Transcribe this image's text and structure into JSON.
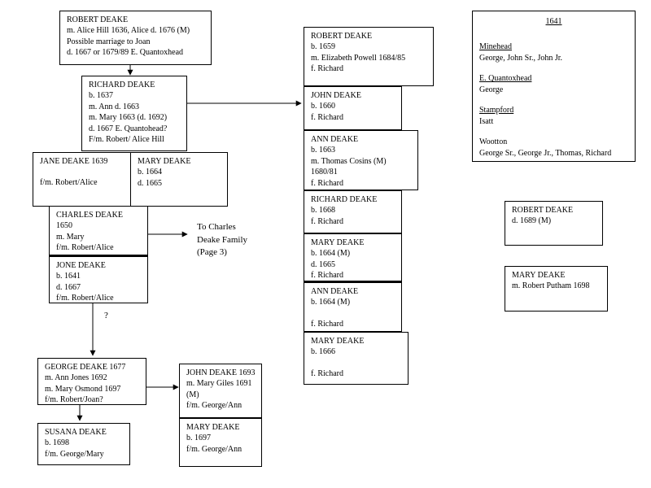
{
  "people": {
    "robert_sr": {
      "name": "ROBERT DEAKE",
      "lines": [
        "m. Alice Hill 1636, Alice d. 1676 (M)",
        "Possible marriage to Joan",
        "d. 1667 or 1679/89 E. Quantoxhead"
      ]
    },
    "richard": {
      "name": "RICHARD DEAKE",
      "lines": [
        " b. 1637",
        "m. Ann d. 1663",
        "m. Mary 1663 (d. 1692)",
        "d. 1667 E. Quantohead?",
        "F/m. Robert/ Alice Hill"
      ]
    },
    "jane": {
      "name": "JANE DEAKE 1639",
      "lines": [
        "f/m. Robert/Alice"
      ]
    },
    "mary_1664_a": {
      "name": "MARY DEAKE",
      "lines": [
        "b. 1664",
        "d. 1665"
      ]
    },
    "charles": {
      "name": "CHARLES DEAKE",
      "lines": [
        "1650",
        "m. Mary",
        "f/m. Robert/Alice"
      ]
    },
    "jone": {
      "name": "JONE DEAKE",
      "lines": [
        "b. 1641",
        "d. 1667",
        "f/m. Robert/Alice"
      ]
    },
    "george": {
      "name": "GEORGE DEAKE 1677",
      "lines": [
        "m. Ann Jones 1692",
        "m. Mary Osmond 1697",
        "f/m. Robert/Joan?"
      ]
    },
    "susana": {
      "name": "SUSANA DEAKE",
      "lines": [
        "b. 1698",
        "f/m. George/Mary"
      ]
    },
    "john_1693": {
      "name": "JOHN DEAKE 1693",
      "lines": [
        "m. Mary  Giles 1691",
        "(M)",
        "f/m. George/Ann"
      ]
    },
    "mary_1697": {
      "name": "MARY DEAKE",
      "lines": [
        "b. 1697",
        "f/m. George/Ann"
      ]
    },
    "robert_1659": {
      "name": "ROBERT DEAKE",
      "lines": [
        "b. 1659",
        "m. Elizabeth Powell 1684/85",
        "f. Richard"
      ]
    },
    "john_1660": {
      "name": "JOHN DEAKE",
      "lines": [
        "b. 1660",
        "f. Richard"
      ]
    },
    "ann_1663": {
      "name": "ANN DEAKE",
      "lines": [
        "b. 1663",
        "m. Thomas Cosins (M)",
        "1680/81",
        "f. Richard"
      ]
    },
    "richard_1668": {
      "name": "RICHARD DEAKE",
      "lines": [
        "b. 1668",
        "f. Richard"
      ]
    },
    "mary_1664_b": {
      "name": "MARY DEAKE",
      "lines": [
        "b. 1664 (M)",
        "d. 1665",
        "f. Richard"
      ]
    },
    "ann_1664": {
      "name": "ANN DEAKE",
      "lines": [
        "b. 1664 (M)",
        "",
        "f. Richard"
      ]
    },
    "mary_1666": {
      "name": "MARY DEAKE",
      "lines": [
        "b. 1666",
        "",
        "f. Richard"
      ]
    },
    "robert_1689": {
      "name": "ROBERT DEAKE",
      "lines": [
        "d. 1689 (M)"
      ]
    },
    "mary_putham": {
      "name": "MARY DEAKE",
      "lines": [
        "m. Robert Putham 1698"
      ]
    }
  },
  "annotations": {
    "to_charles": [
      "To Charles",
      "Deake Family",
      "(Page 3)"
    ],
    "question_mark": "?"
  },
  "legend": {
    "title": "1641",
    "places": [
      {
        "name": "Minehead",
        "residents": "George, John Sr., John Jr."
      },
      {
        "name": "E. Quantoxhead",
        "residents": "George"
      },
      {
        "name": "Stampford",
        "residents": "Isatt"
      },
      {
        "name": "Wootton",
        "residents": "George Sr., George Jr., Thomas, Richard"
      }
    ]
  }
}
